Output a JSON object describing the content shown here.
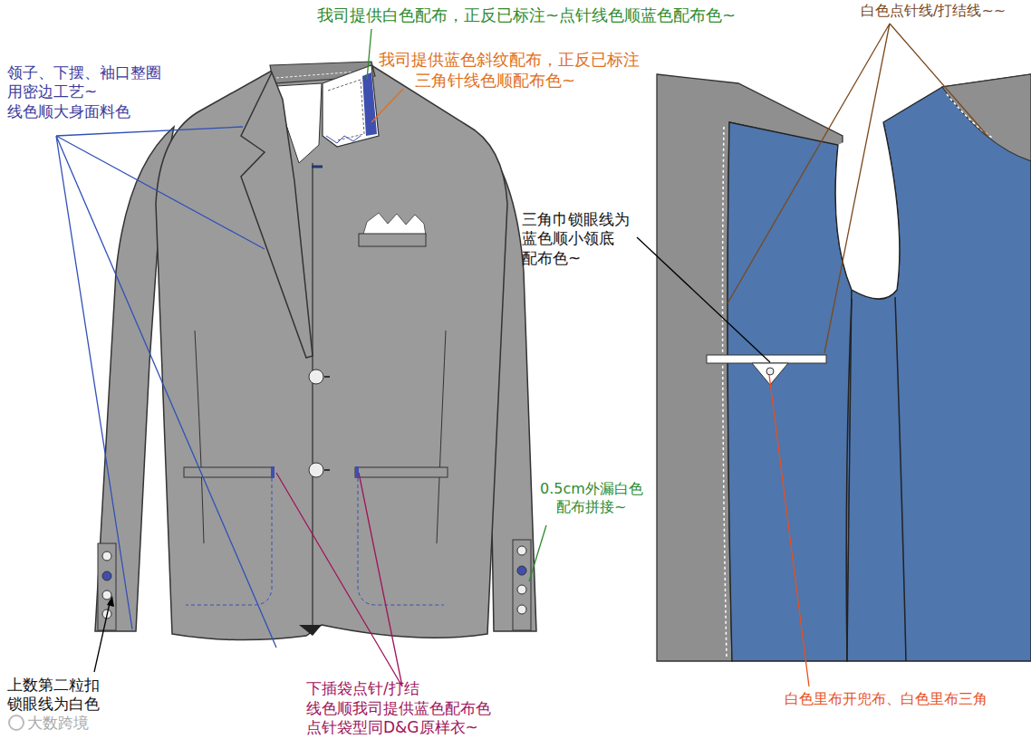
{
  "diagram": {
    "labels": [
      "我司提供白色配布，正反已标注~点针线色顺蓝色配布色~",
      "白色点针线/打结线~~",
      "领子、下摆、袖口整圈 用密边工艺~ 线色顺大身面料色",
      "我司提供蓝色斜纹配布，正反已标注 三角针线色顺配布色~",
      "三角巾锁眼线为 蓝色顺小领底 配布色~",
      "0.5cm外漏白色 配布拼接~",
      "上数第二粒扣 锁眼线为白色",
      "下插袋点针/打结 线色顺我司提供蓝色配布色 点针袋型同D&G原样衣~",
      "白色里布开兜布、白色里布三角",
      "大数跨境"
    ]
  }
}
